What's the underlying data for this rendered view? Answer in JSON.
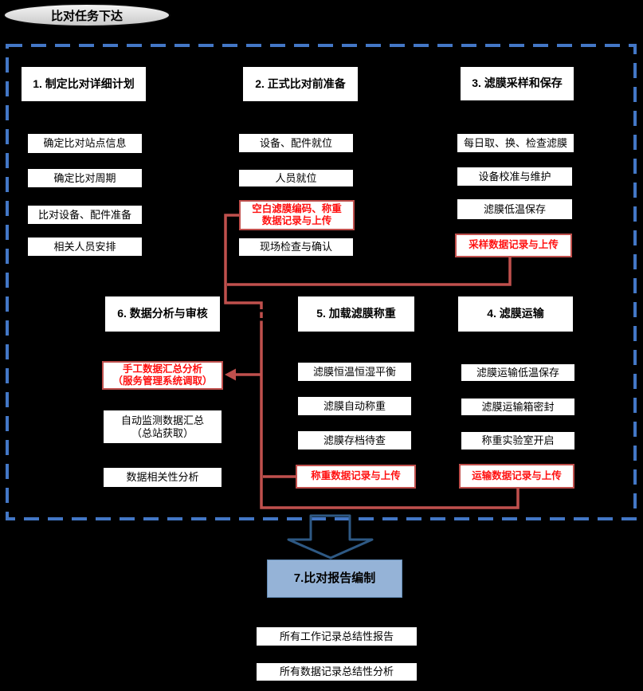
{
  "start_label": "比对任务下达",
  "colors": {
    "background": "#000000",
    "dashed_border_blue": "#4377C6",
    "connector_red": "#C0504D",
    "red_text": "#FF1010",
    "report_box_fill": "#95B3D7",
    "block_arrow_stroke": "#2E5984",
    "ellipse_fill": "#D9D9D9"
  },
  "columns": {
    "plan": {
      "title": "1. 制定比对详细计划",
      "item1": "确定比对站点信息",
      "item2": "确定比对周期",
      "item3": "比对设备、配件准备",
      "item4": "相关人员安排"
    },
    "prep": {
      "title": "2. 正式比对前准备",
      "item1": "设备、配件就位",
      "item2": "人员就位",
      "red_line1": "空白滤膜编码、称重",
      "red_line2": "数据记录与上传",
      "item3": "现场检查与确认"
    },
    "sampling": {
      "title": "3. 滤膜采样和保存",
      "item1": "每日取、换、检查滤膜",
      "item2": "设备校准与维护",
      "item3": "滤膜低温保存",
      "red": "采样数据记录与上传"
    },
    "analysis": {
      "title": "6. 数据分析与审核",
      "red_line1": "手工数据汇总分析",
      "red_line2": "（服务管理系统调取）",
      "item1_line1": "自动监测数据汇总",
      "item1_line2": "（总站获取）",
      "item2": "数据相关性分析"
    },
    "weighing": {
      "title": "5. 加载滤膜称重",
      "item1": "滤膜恒温恒湿平衡",
      "item2": "滤膜自动称重",
      "item3": "滤膜存档待查",
      "red": "称重数据记录与上传"
    },
    "transport": {
      "title": "4. 滤膜运输",
      "item1": "滤膜运输低温保存",
      "item2": "滤膜运输箱密封",
      "item3": "称重实验室开启",
      "red": "运输数据记录与上传"
    }
  },
  "report": {
    "title": "7.比对报告编制",
    "item1": "所有工作记录总结性报告",
    "item2": "所有数据记录总结性分析"
  }
}
